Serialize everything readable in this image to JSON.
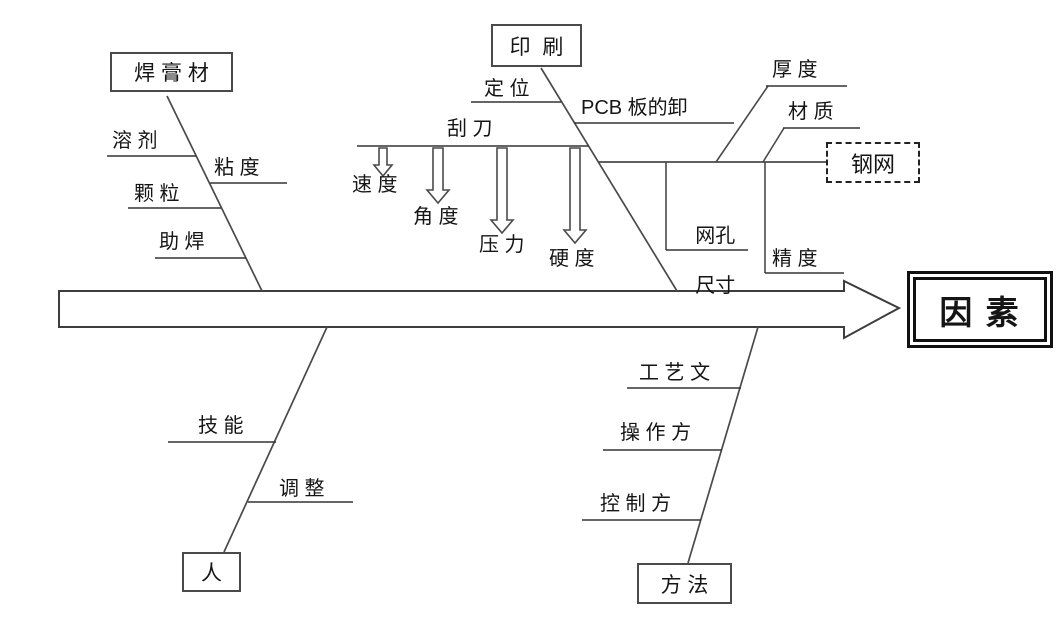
{
  "effect": {
    "label": "因 素"
  },
  "boxes": {
    "solder_paste": "焊 膏 材",
    "printing": "印  刷",
    "stencil": "钢网",
    "person": "人",
    "method": "方 法"
  },
  "labels": {
    "solvent": "溶 剂",
    "viscosity": "粘 度",
    "particle": "颗 粒",
    "flux": "助 焊",
    "positioning": "定 位",
    "pcb_unload": "PCB 板的卸",
    "squeegee": "刮 刀",
    "speed": "速 度",
    "angle": "角 度",
    "pressure": "压 力",
    "hardness": "硬 度",
    "thickness": "厚 度",
    "material": "材 质",
    "mesh_line1": "网孔",
    "mesh_line2": "尺寸",
    "precision": "精 度",
    "skill": "技 能",
    "adjustment": "调 整",
    "process_doc": "工 艺 文",
    "operation_method": "操 作 方",
    "control_method": "控 制 方"
  }
}
